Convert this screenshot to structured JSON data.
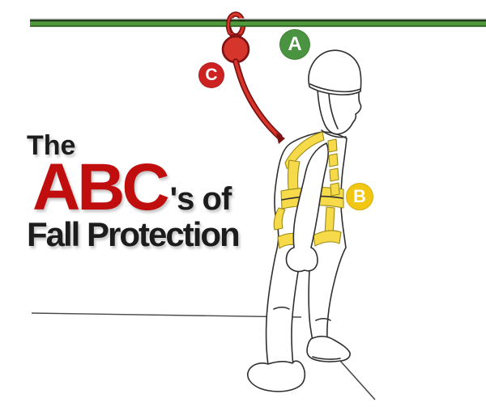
{
  "title": {
    "line1": "The",
    "emphasis": "ABC",
    "suffix": "'s of",
    "line2": "Fall Protection"
  },
  "labels": {
    "a": {
      "letter": "A",
      "color": "#4a9340"
    },
    "b": {
      "letter": "B",
      "color": "#f1c713"
    },
    "c": {
      "letter": "C",
      "color": "#cc2222"
    }
  },
  "illustration_colors": {
    "anchor_line_green": "#4f9b3b",
    "anchor_line_dark_stripe": "#16330d",
    "connector_red": "#d6352b",
    "connector_dark_red": "#7e1111",
    "harness_yellow": "#f6da4a",
    "worker_outline": "#2f2f2f"
  },
  "css_vars": {
    "title-red": "#c00d0d",
    "ink": "#1c1c1c",
    "label-a": "#4a9340",
    "label-b": "#f1c713",
    "label-c": "#cc2222",
    "anchor-green": "#4f9b3b",
    "anchor-dark": "#16330d",
    "anchor-bottom": "#2c5b1d",
    "anchor-top-light": "#c6c6c6",
    "connector-red": "#d6352b",
    "connector-dark": "#7e1111",
    "harness-yellow": "#f6da4a",
    "harness-edge": "#9b8a15",
    "outline": "#2f2f2f",
    "floor": "#4a4a4a"
  }
}
